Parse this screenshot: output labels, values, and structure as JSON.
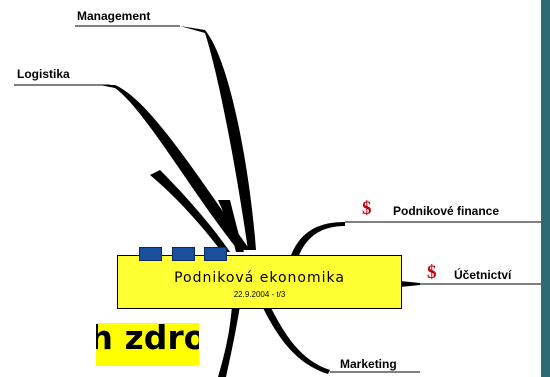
{
  "central": {
    "title": "Podniková ekonomika",
    "date": "22.9.2004 - t/3"
  },
  "branches": {
    "management": "Management",
    "logistika": "Logistika",
    "financial": "Podnikové finance",
    "ucetnictvi": "Účetnictví",
    "marketing": "Marketing"
  },
  "icons": {
    "dollar_symbol": "$",
    "dollar_color": "#c0000a"
  },
  "overlay": {
    "banner_text": "ch zdroju",
    "banner_color": "#ffff00"
  },
  "colors": {
    "central_fill": "#ffff33",
    "tab_fill": "#1a4f9e",
    "frame": "#2e6b70"
  }
}
